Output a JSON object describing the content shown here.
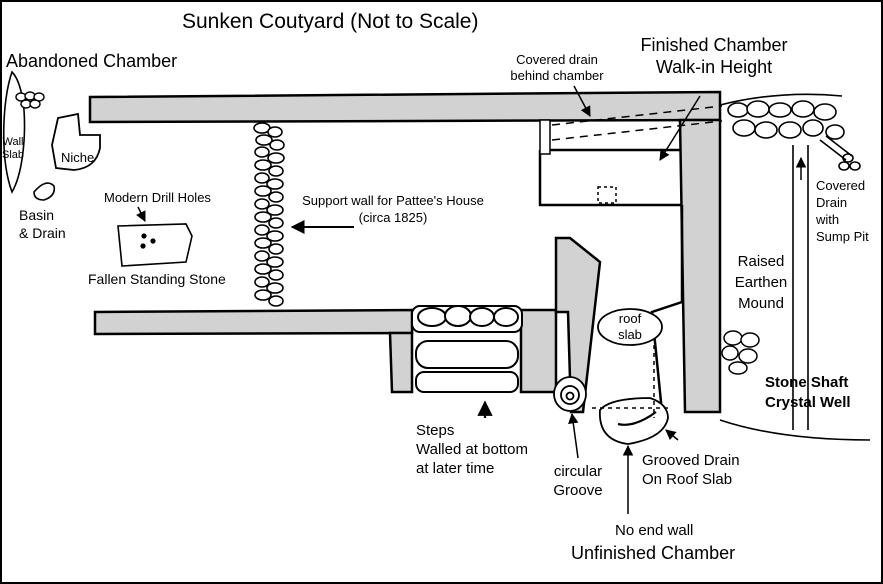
{
  "title": "Sunken Coutyard (Not to Scale)",
  "labels": {
    "abandoned_chamber": "Abandoned Chamber",
    "wall_slab_1": "Wall",
    "wall_slab_2": "Slab",
    "niche": "Niche",
    "basin_1": "Basin",
    "basin_2": "& Drain",
    "drill_holes": "Modern Drill Holes",
    "fallen_stone": "Fallen Standing Stone",
    "support_wall_1": "Support wall for Pattee's House",
    "support_wall_2": "(circa 1825)",
    "covered_drain_behind_1": "Covered drain",
    "covered_drain_behind_2": "behind chamber",
    "finished_1": "Finished Chamber",
    "finished_2": "Walk-in Height",
    "covered_sump_1": "Covered",
    "covered_sump_2": "Drain",
    "covered_sump_3": "with",
    "covered_sump_4": "Sump Pit",
    "mound_1": "Raised",
    "mound_2": "Earthen",
    "mound_3": "Mound",
    "roof_slab_1": "roof",
    "roof_slab_2": "slab",
    "stone_shaft_1": "Stone Shaft",
    "stone_shaft_2": "Crystal Well",
    "steps_1": "Steps",
    "steps_2": "Walled at bottom",
    "steps_3": "at later time",
    "circular_1": "circular",
    "circular_2": "Groove",
    "grooved_1": "Grooved Drain",
    "grooved_2": "On Roof Slab",
    "no_end_wall": "No end wall",
    "unfinished": "Unfinished Chamber"
  }
}
